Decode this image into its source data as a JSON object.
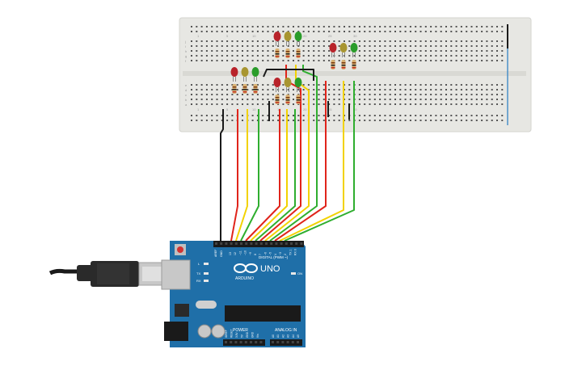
{
  "colors": {
    "breadboard": "#e7e7e3",
    "board": "#1f6fa8",
    "wire_black": "#1a1a1a",
    "wire_red": "#e0241b",
    "wire_yellow": "#f2d200",
    "wire_green": "#2fae2f",
    "led_red": "#b8232a",
    "led_yellow": "#a89530",
    "led_green": "#2a9c2a",
    "rail_blue": "#4a90c8"
  },
  "breadboard": {
    "row_letters_left": [
      "j",
      "i",
      "h",
      "g",
      "f",
      "e",
      "d",
      "c",
      "b",
      "a"
    ],
    "column_numbers": [
      "1",
      "5",
      "10",
      "15",
      "20",
      "25",
      "30"
    ]
  },
  "arduino": {
    "brand": "ARDUINO",
    "model": "UNO",
    "digital_label": "DIGITAL (PWM ~)",
    "power_label": "POWER",
    "analog_label": "ANALOG IN",
    "led_labels": [
      "L",
      "TX",
      "RX"
    ],
    "on_label": "ON",
    "aref": "AREF",
    "gnd": "GND",
    "digital_pins": [
      "13",
      "12",
      "~11",
      "~10",
      "~9",
      "8",
      "7",
      "~6",
      "~5",
      "4",
      "~3",
      "2",
      "TX 1",
      "RX 0"
    ],
    "power_pins": [
      "IOREF",
      "RESET",
      "3.3V",
      "5V",
      "GND",
      "GND",
      "Vin"
    ],
    "analog_pins": [
      "A0",
      "A1",
      "A2",
      "A3",
      "A4",
      "A5"
    ]
  },
  "led_groups": [
    {
      "name": "group-1",
      "colors": [
        "red",
        "yellow",
        "green"
      ]
    },
    {
      "name": "group-2",
      "colors": [
        "red",
        "yellow",
        "green"
      ]
    },
    {
      "name": "group-3",
      "colors": [
        "red",
        "yellow",
        "green"
      ]
    },
    {
      "name": "group-4",
      "colors": [
        "red",
        "yellow",
        "green"
      ]
    }
  ]
}
